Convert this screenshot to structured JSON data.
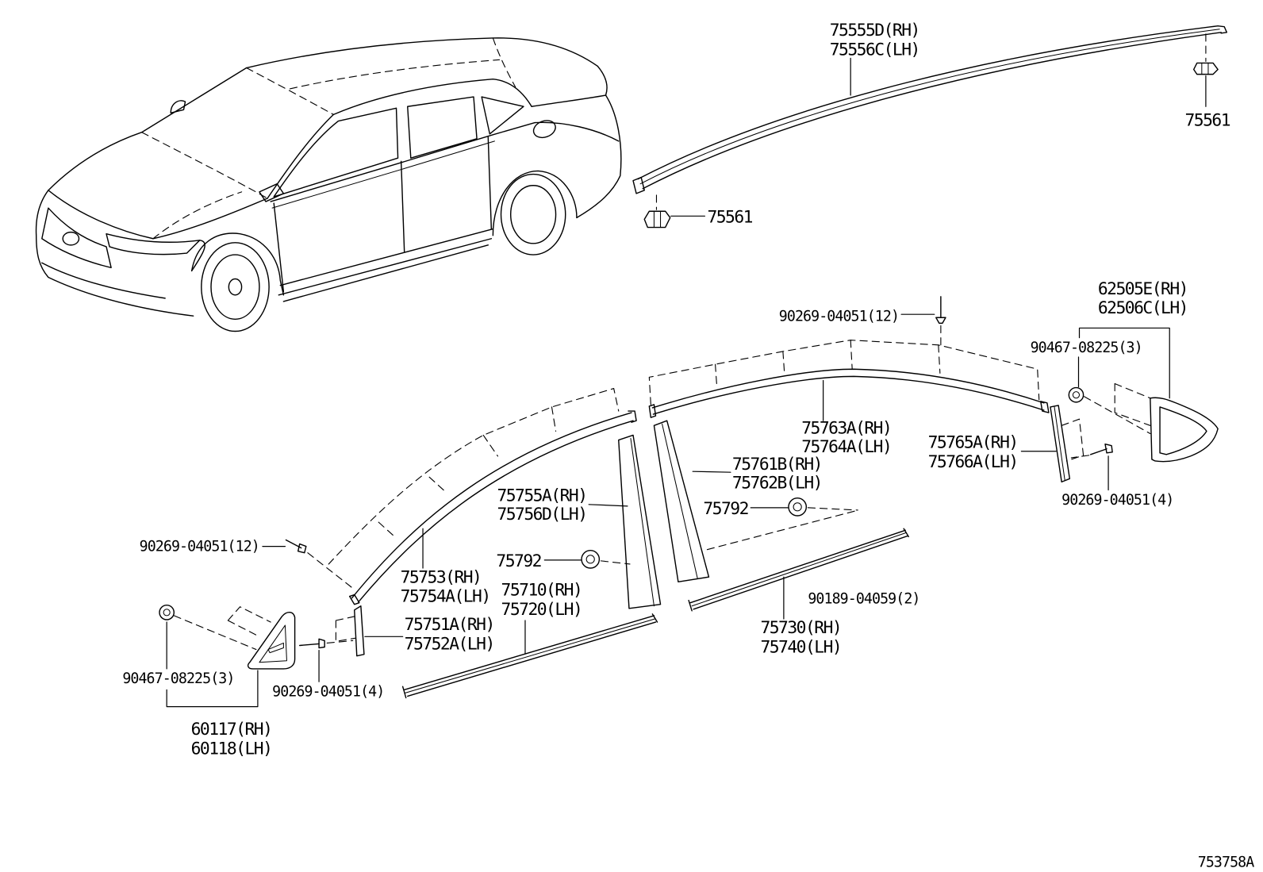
{
  "colors": {
    "ink": "#000000",
    "background": "#ffffff"
  },
  "callouts": [
    {
      "lines": [
        "75555D(RH)",
        "75556C(LH)"
      ]
    },
    {
      "lines": [
        "75561"
      ]
    },
    {
      "lines": [
        "75561"
      ]
    },
    {
      "lines": [
        "90269-04051(12)"
      ]
    },
    {
      "lines": [
        "62505E(RH)",
        "62506C(LH)"
      ]
    },
    {
      "lines": [
        "90467-08225(3)"
      ]
    },
    {
      "lines": [
        "75763A(RH)",
        "75764A(LH)"
      ]
    },
    {
      "lines": [
        "75765A(RH)",
        "75766A(LH)"
      ]
    },
    {
      "lines": [
        "75761B(RH)",
        "75762B(LH)"
      ]
    },
    {
      "lines": [
        "90269-04051(4)"
      ]
    },
    {
      "lines": [
        "75755A(RH)",
        "75756D(LH)"
      ]
    },
    {
      "lines": [
        "75792"
      ]
    },
    {
      "lines": [
        "75792"
      ]
    },
    {
      "lines": [
        "90269-04051(12)"
      ]
    },
    {
      "lines": [
        "75753(RH)",
        "75754A(LH)"
      ]
    },
    {
      "lines": [
        "75710(RH)",
        "75720(LH)"
      ]
    },
    {
      "lines": [
        "90189-04059(2)"
      ]
    },
    {
      "lines": [
        "75751A(RH)",
        "75752A(LH)"
      ]
    },
    {
      "lines": [
        "75730(RH)",
        "75740(LH)"
      ]
    },
    {
      "lines": [
        "90467-08225(3)"
      ]
    },
    {
      "lines": [
        "90269-04051(4)"
      ]
    },
    {
      "lines": [
        "60117(RH)",
        "60118(LH)"
      ]
    }
  ],
  "drawing_number": "753758A"
}
